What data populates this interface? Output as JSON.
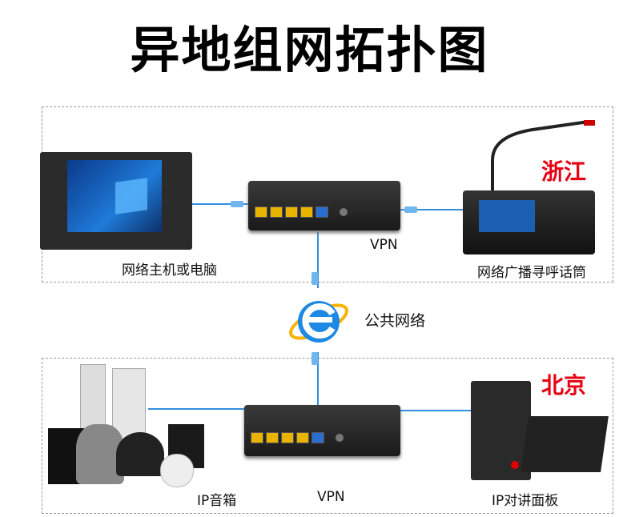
{
  "title": "异地组网拓扑图",
  "top_site": {
    "region": "浙江",
    "router_label": "VPN",
    "computer_label": "网络主机或电脑",
    "microphone_label": "网络广播寻呼话筒"
  },
  "internet": {
    "label": "公共网络",
    "icon": "internet-explorer-icon"
  },
  "bottom_site": {
    "region": "北京",
    "router_label": "VPN",
    "speaker_label": "IP音箱",
    "panel_label": "IP对讲面板"
  },
  "colors": {
    "region": "#e60012",
    "cable": "#2f8fe0",
    "internet": "#1e88e5"
  }
}
